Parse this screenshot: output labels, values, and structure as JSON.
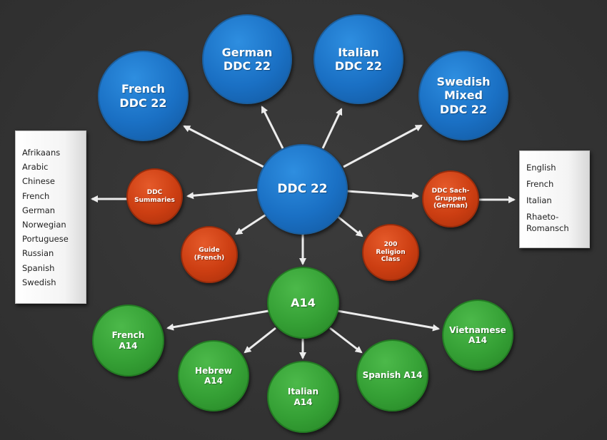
{
  "nodes": {
    "ddc22": "DDC 22",
    "french_ddc": "French\nDDC 22",
    "german_ddc": "German\nDDC 22",
    "italian_ddc": "Italian\nDDC 22",
    "swedish_ddc": "Swedish\nMixed\nDDC 22",
    "ddc_summaries": "DDC\nSummaries",
    "guide_french": "Guide\n(French)",
    "religion_200": "200\nReligion\nClass",
    "ddc_sachgruppen": "DDC Sach-\nGruppen\n(German)",
    "a14": "A14",
    "french_a14": "French\nA14",
    "hebrew_a14": "Hebrew\nA14",
    "italian_a14": "Italian\nA14",
    "spanish_a14": "Spanish A14",
    "vietnamese_a14": "Vietnamese\nA14"
  },
  "left_languages": [
    "Afrikaans",
    "Arabic",
    "Chinese",
    "French",
    "German",
    "Norwegian",
    "Portuguese",
    "Russian",
    "Spanish",
    "Swedish"
  ],
  "right_languages": [
    "English",
    "French",
    "Italian",
    "Rhaeto-\nRomansch"
  ],
  "colors": {
    "background": "#343434",
    "blue": "#1a70c4",
    "red": "#cc3e12",
    "green": "#35a035",
    "arrow": "#ececec"
  }
}
